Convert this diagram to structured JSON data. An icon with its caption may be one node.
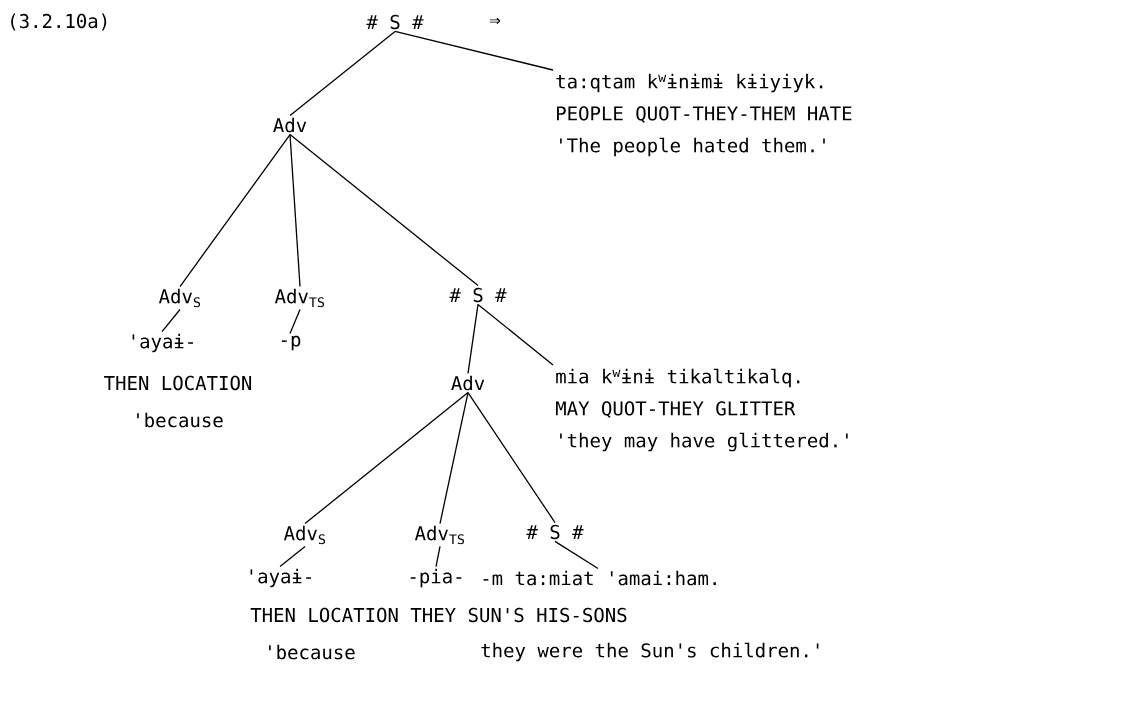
{
  "diagram": {
    "nodes": [
      {
        "text": [
          "# S #"
        ]
      },
      {
        "text": [
          "Adv"
        ]
      },
      {
        "text": [
          "ta:qtam  k$^{w}$ɨnɨmɨ  kɨiyiyk.",
          "PEOPLE QUOT-THEY-THEM HATE",
          "'The people hated them.'"
        ]
      },
      {
        "text": [
          "Adv$_{S}$"
        ]
      },
      {
        "text": [
          "Adv$_{TS}$"
        ]
      },
      {
        "text": [
          "# S #"
        ]
      },
      {
        "text": [
          "'ayaɨ-"
        ]
      },
      {
        "text": [
          "-p"
        ]
      },
      {
        "text": [
          "Adv"
        ]
      },
      {
        "text": [
          "mia  k$^{w}$ɨnɨ  tikaltikalq.",
          "MAY QUOT-THEY  GLITTER",
          "'they may have glittered.'"
        ]
      },
      {
        "text": [
          "Adv$_{S}$"
        ]
      },
      {
        "text": [
          "Adv$_{TS}$"
        ]
      },
      {
        "text": [
          "# S #"
        ]
      },
      {
        "text": [
          "'ayaɨ-"
        ]
      },
      {
        "text": [
          "-pia-"
        ]
      },
      {
        "text": [
          "-m ta:miat 'amai:ham."
        ]
      }
    ],
    "edges": [
      {
        "from": 0,
        "to": 1,
        "arrow": "none"
      },
      {
        "from": 0,
        "to": 2,
        "arrow": "none"
      },
      {
        "from": 1,
        "to": 3,
        "arrow": "none"
      },
      {
        "from": 1,
        "to": 4,
        "arrow": "none"
      },
      {
        "from": 1,
        "to": 5,
        "arrow": "none"
      },
      {
        "from": 3,
        "to": 6,
        "arrow": "none"
      },
      {
        "from": 4,
        "to": 7,
        "arrow": "none"
      },
      {
        "from": 5,
        "to": 8,
        "arrow": "none"
      },
      {
        "from": 5,
        "to": 9,
        "arrow": "none"
      },
      {
        "from": 8,
        "to": 10,
        "arrow": "none"
      },
      {
        "from": 8,
        "to": 11,
        "arrow": "none"
      },
      {
        "from": 8,
        "to": 12,
        "arrow": "none"
      },
      {
        "from": 10,
        "to": 13,
        "arrow": "none"
      },
      {
        "from": 11,
        "to": 14,
        "arrow": "none"
      },
      {
        "from": 12,
        "to": 15,
        "arrow": "none"
      }
    ],
    "labels": [
      "(3.2.10a)",
      "⇒",
      "THEN LOCATION",
      "'because",
      "THEN LOCATION THEY SUN'S HIS-SONS",
      "'because",
      "they were the Sun's children.'"
    ]
  }
}
